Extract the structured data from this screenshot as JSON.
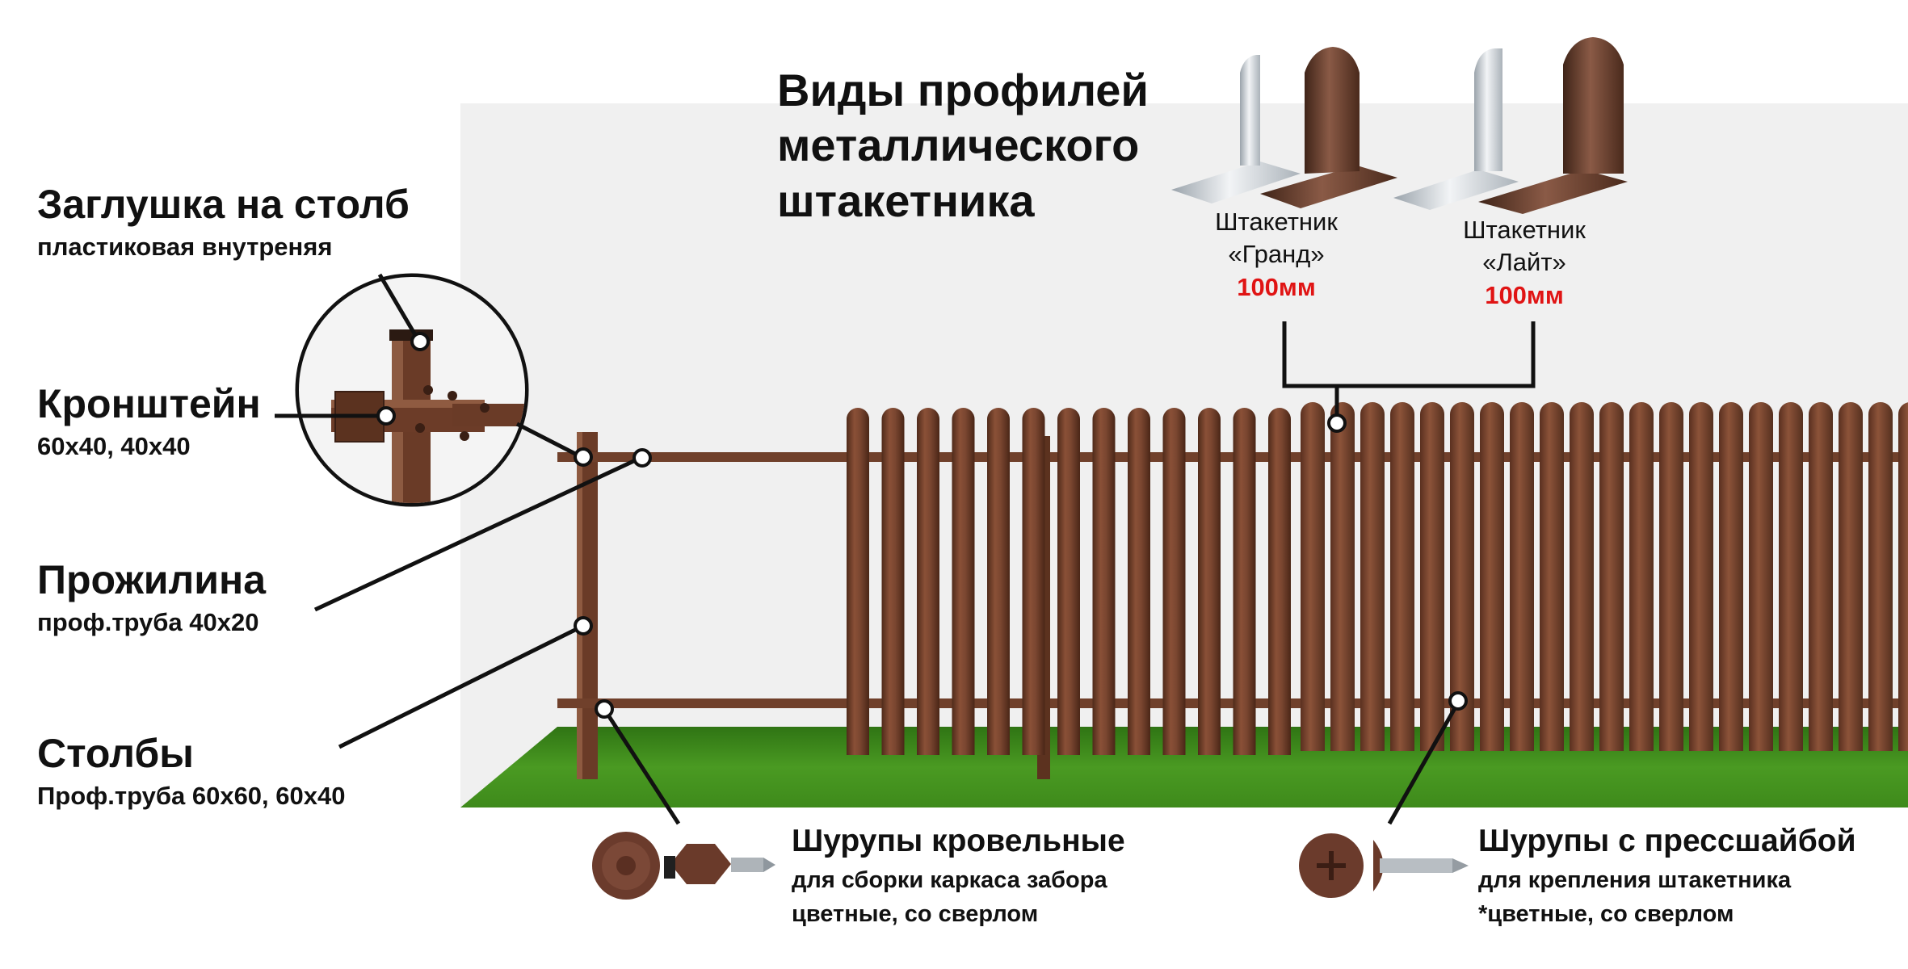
{
  "title": {
    "line1": "Виды профилей",
    "line2": "металлического",
    "line3": "штакетника"
  },
  "products": [
    {
      "name": "Штакетник",
      "model": "«Гранд»",
      "size": "100мм"
    },
    {
      "name": "Штакетник",
      "model": "«Лайт»",
      "size": "100мм"
    }
  ],
  "labels": {
    "cap": {
      "title": "Заглушка на столб",
      "subtitle": "пластиковая внутреняя"
    },
    "bracket": {
      "title": "Кронштейн",
      "subtitle": "60х40, 40х40"
    },
    "rail": {
      "title": "Прожилина",
      "subtitle": "проф.труба 40х20"
    },
    "posts": {
      "title": "Столбы",
      "subtitle": "Проф.труба 60х60, 60х40"
    }
  },
  "screws": {
    "roofing": {
      "title": "Шурупы кровельные",
      "line1": "для сборки каркаса забора",
      "line2": "цветные, со сверлом"
    },
    "press": {
      "title": "Шурупы с прессшайбой",
      "line1": "для крепления штакетника",
      "line2": "*цветные, со сверлом"
    }
  },
  "colors": {
    "fence_brown": "#6f3f2a",
    "grass_green": "#3f8a1e",
    "accent_red": "#e01414",
    "background_grey": "#f0f0f0"
  }
}
